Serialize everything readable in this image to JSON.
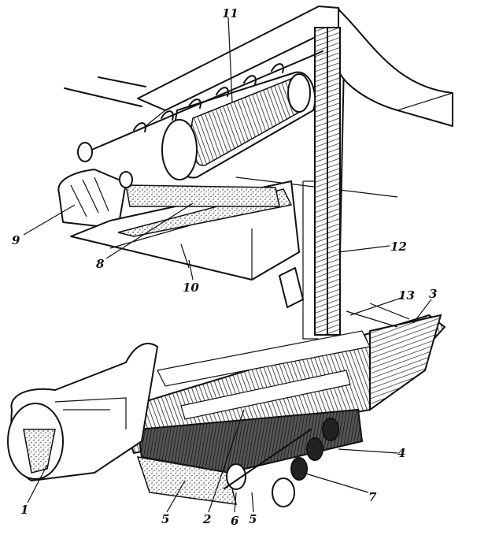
{
  "figure": {
    "labels": [
      "1",
      "2",
      "3",
      "4",
      "5",
      "5",
      "6",
      "7",
      "8",
      "9",
      "10",
      "11",
      "12",
      "13"
    ]
  }
}
